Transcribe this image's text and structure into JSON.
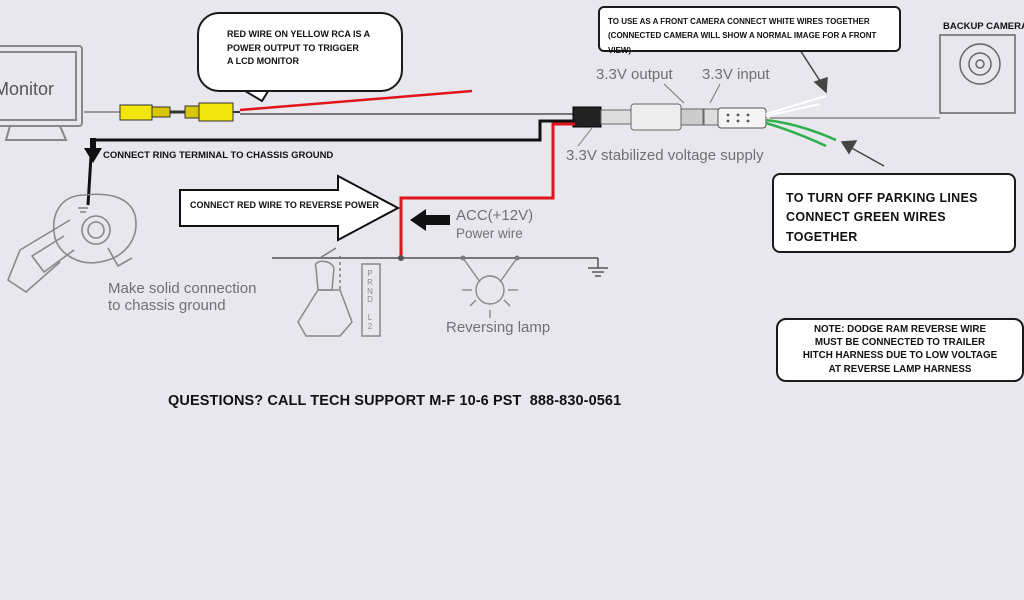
{
  "diagram": {
    "monitor_label": "Monitor",
    "backup_camera_label": "BACKUP CAMERA",
    "callouts": {
      "red_wire_lines": [
        "RED WIRE ON YELLOW RCA IS A",
        "POWER OUTPUT TO TRIGGER",
        "A LCD MONITOR"
      ],
      "front_camera_lines": [
        "TO USE AS A FRONT CAMERA CONNECT WHITE WIRES TOGETHER",
        "(CONNECTED CAMERA WILL SHOW A NORMAL IMAGE FOR A FRONT VIEW)"
      ],
      "parking_lines": [
        "TO TURN OFF PARKING LINES",
        "CONNECT GREEN WIRES TOGETHER"
      ],
      "dodge_note_lines": [
        "NOTE: DODGE RAM REVERSE WIRE",
        "MUST BE CONNECTED TO TRAILER",
        "HITCH HARNESS DUE TO LOW VOLTAGE",
        "AT REVERSE LAMP HARNESS"
      ]
    },
    "labels": {
      "output": "3.3V output",
      "input": "3.3V input",
      "stabilized": "3.3V stabilized voltage supply",
      "ring_terminal": "CONNECT RING TERMINAL TO CHASSIS GROUND",
      "reverse_power": "CONNECT RED WIRE TO REVERSE POWER",
      "acc": "ACC(+12V)",
      "power_wire": "Power wire",
      "solid_connection_1": "Make solid connection",
      "solid_connection_2": "to chassis ground",
      "reversing_lamp": "Reversing lamp",
      "shifter_letters": [
        "P",
        "R",
        "N",
        "D",
        "",
        "L",
        "2"
      ]
    },
    "support_line": "QUESTIONS? CALL TECH SUPPORT M-F 10-6 PST  888-830-0561",
    "colors": {
      "background": "#e9e7ee",
      "red_wire": "#e0141b",
      "green_wire": "#2fae4a",
      "yellow_rca": "#f2e60c",
      "black_wire": "#111111",
      "gray_line": "#777777"
    }
  }
}
